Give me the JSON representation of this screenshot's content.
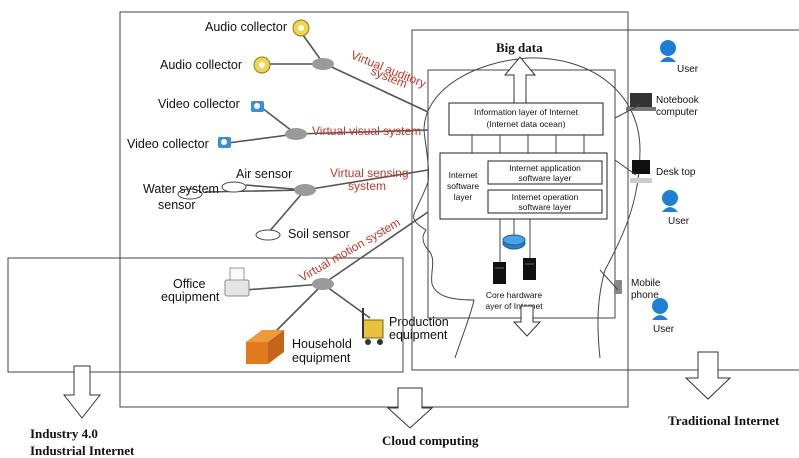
{
  "labels": {
    "audio_collector_1": "Audio collector",
    "audio_collector_2": "Audio collector",
    "video_collector_1": "Video collector",
    "video_collector_2": "Video collector",
    "air_sensor": "Air sensor",
    "water_sensor_1": "Water system",
    "water_sensor_2": "sensor",
    "soil_sensor": "Soil sensor",
    "office_1": "Office",
    "office_2": "equipment",
    "household_1": "Household",
    "household_2": "equipment",
    "production_1": "Production",
    "production_2": "equipment"
  },
  "systems": {
    "auditory_1": "Virtual auditory",
    "auditory_2": "system",
    "visual": "Virtual visual system",
    "sensing_1": "Virtual sensing",
    "sensing_2": "system",
    "motion": "Virtual motion system"
  },
  "brain": {
    "big_data": "Big data",
    "info_layer_1": "Information layer of Internet",
    "info_layer_2": "(Internet data ocean)",
    "software_1": "Internet",
    "software_2": "software",
    "software_3": "layer",
    "app_layer_1": "Internet application",
    "app_layer_2": "software layer",
    "os_layer_1": "Internet operation",
    "os_layer_2": "software layer",
    "hardware_1": "Core hardware",
    "hardware_2": "ayer of Internet"
  },
  "devices": {
    "user_1": "User",
    "notebook_1": "Notebook",
    "notebook_2": "computer",
    "desktop": "Desk top",
    "user_2": "User",
    "mobile_1": "Mobile",
    "mobile_2": "phone",
    "user_3": "User"
  },
  "bottom": {
    "industry_1": "Industry 4.0",
    "industry_2": "Industrial Internet",
    "cloud": "Cloud computing",
    "traditional": "Traditional Internet"
  }
}
